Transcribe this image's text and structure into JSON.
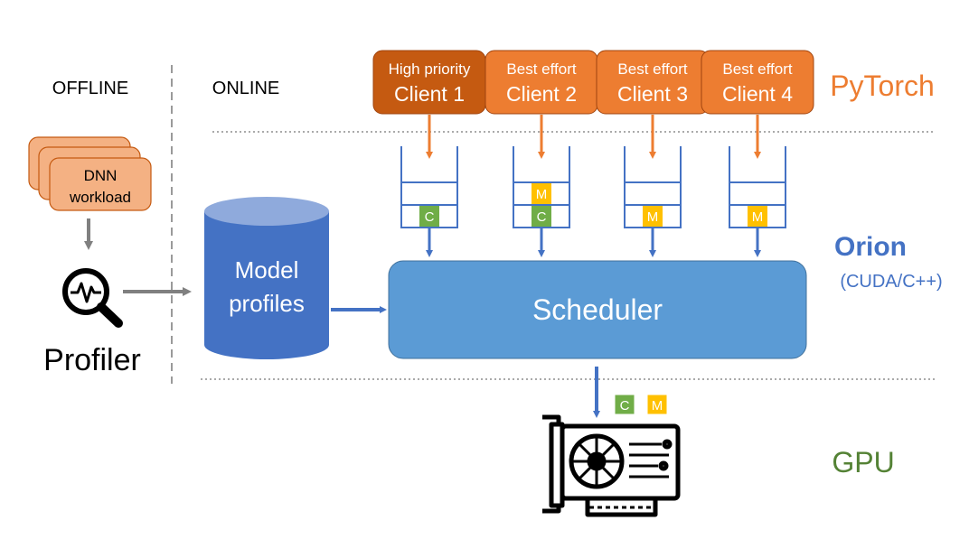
{
  "sections": {
    "offline": "OFFLINE",
    "online": "ONLINE"
  },
  "workload": {
    "line1": "DNN",
    "line2": "workload"
  },
  "profiler": {
    "label": "Profiler",
    "icon": "magnifier-pulse-icon"
  },
  "database": {
    "line1": "Model",
    "line2": "profiles",
    "icon": "cylinder-database-icon"
  },
  "scheduler": {
    "label": "Scheduler"
  },
  "clients": [
    {
      "type": "High priority",
      "name": "Client 1",
      "color": "#C55A11",
      "queue": [
        "C"
      ]
    },
    {
      "type": "Best effort",
      "name": "Client 2",
      "color": "#ED7D31",
      "queue": [
        "C",
        "M"
      ]
    },
    {
      "type": "Best effort",
      "name": "Client 3",
      "color": "#ED7D31",
      "queue": [
        "M"
      ]
    },
    {
      "type": "Best effort",
      "name": "Client 4",
      "color": "#ED7D31",
      "queue": [
        "M"
      ]
    }
  ],
  "kernels": {
    "compute": "C",
    "memory": "M"
  },
  "gpu_output": [
    "C",
    "M"
  ],
  "layers": {
    "pytorch": "PyTorch",
    "orion": "Orion",
    "orion_sub": "(CUDA/C++)",
    "gpu": "GPU"
  },
  "colors": {
    "client_high": "#C55A11",
    "client_best": "#ED7D31",
    "workload_fill": "#F4B183",
    "db_fill": "#4472C4",
    "scheduler_fill": "#5B9BD5",
    "arrow_blue": "#4472C4",
    "arrow_gray": "#808080",
    "compute_kernel": "#70AD47",
    "memory_kernel": "#FFC000",
    "pytorch_text": "#ED7D31",
    "orion_text": "#4472C4",
    "gpu_text": "#548235"
  },
  "gpu_icon": "graphics-card-icon"
}
